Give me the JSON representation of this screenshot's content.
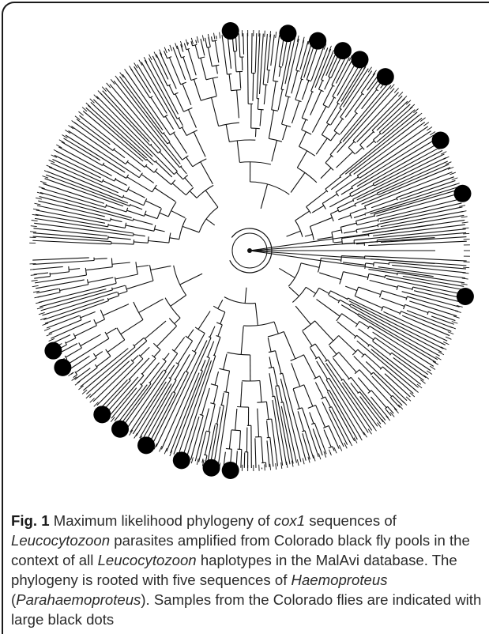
{
  "figure": {
    "label": "Fig. 1",
    "caption_parts": [
      {
        "text": " Maximum likelihood phylogeny of ",
        "italic": false
      },
      {
        "text": "cox1",
        "italic": true
      },
      {
        "text": " sequences of ",
        "italic": false
      },
      {
        "text": "Leucocytozoon",
        "italic": true
      },
      {
        "text": " parasites amplified from Colorado black fly pools in the context of all ",
        "italic": false
      },
      {
        "text": "Leucocytozoon",
        "italic": true
      },
      {
        "text": " haplotypes in the MalAvi database. The phylogeny is rooted with five sequences of ",
        "italic": false
      },
      {
        "text": "Haemoproteus",
        "italic": true
      },
      {
        "text": " (",
        "italic": false
      },
      {
        "text": "Parahaemoproteus",
        "italic": true
      },
      {
        "text": "). Samples from the Colorado flies are indicated with large black dots",
        "italic": false
      }
    ]
  },
  "tree": {
    "tip_count": 240,
    "colors": {
      "line": "#111111",
      "dot": "#000000"
    },
    "marked_sample_angles_deg": [
      -95,
      -80,
      -72,
      -65,
      -60,
      -52,
      -30,
      -15,
      12,
      95,
      100,
      108,
      118,
      126,
      132,
      148,
      153
    ]
  }
}
